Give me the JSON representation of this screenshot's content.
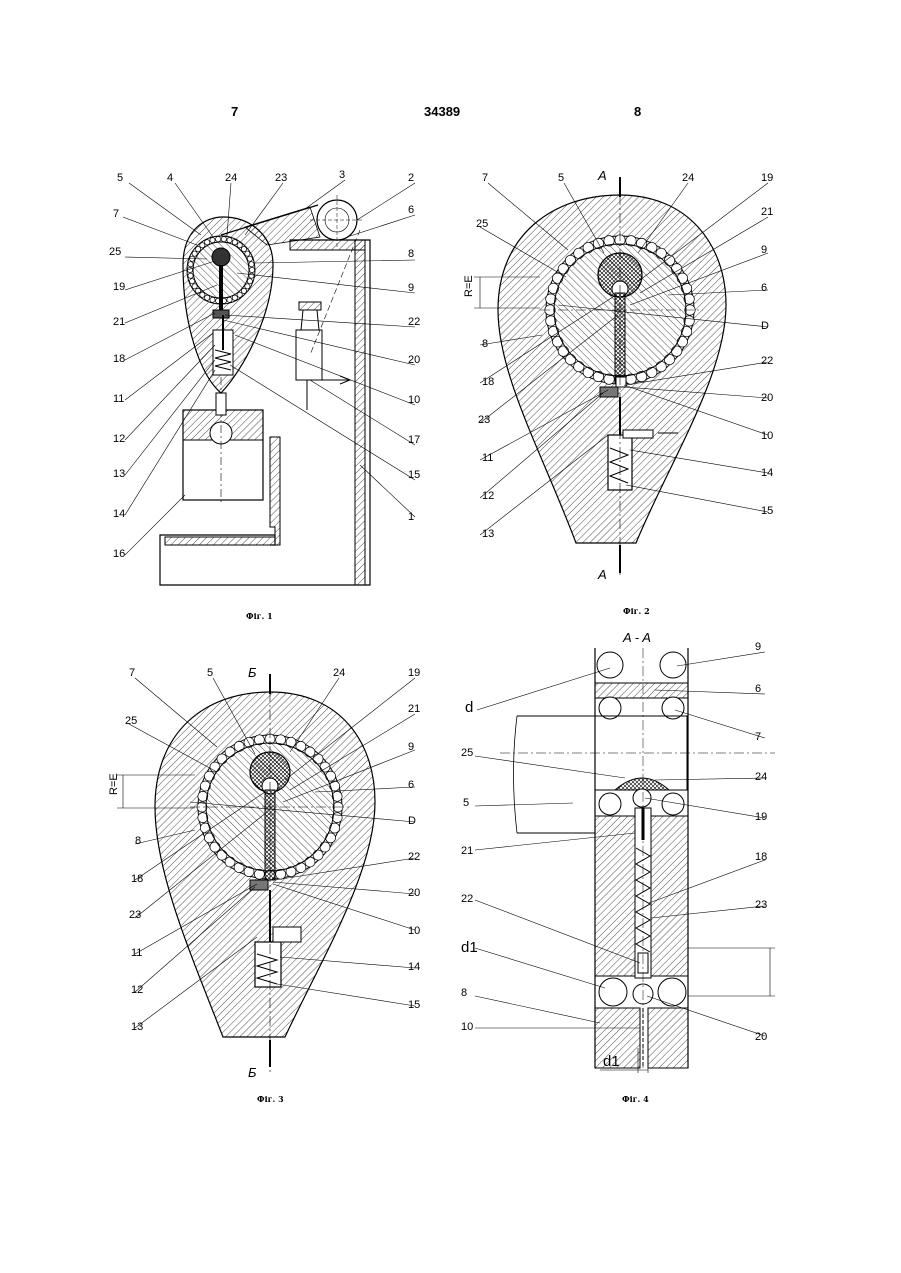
{
  "header": {
    "left_page": "7",
    "patent_number": "34389",
    "right_page": "8"
  },
  "figures": [
    {
      "caption": "Фіг. 1",
      "labels": [
        "5",
        "4",
        "24",
        "23",
        "3",
        "2",
        "7",
        "6",
        "25",
        "8",
        "19",
        "9",
        "21",
        "22",
        "18",
        "20",
        "11",
        "10",
        "12",
        "17",
        "13",
        "15",
        "14",
        "1",
        "16"
      ]
    },
    {
      "caption": "Фіг. 2",
      "section_marks": [
        "A",
        "A"
      ],
      "labels": [
        "7",
        "5",
        "24",
        "19",
        "25",
        "21",
        "9",
        "R=E",
        "6",
        "D",
        "8",
        "22",
        "18",
        "20",
        "23",
        "10",
        "11",
        "14",
        "12",
        "15",
        "13"
      ]
    },
    {
      "caption": "Фіг. 3",
      "section_marks": [
        "Б",
        "Б"
      ],
      "labels": [
        "7",
        "5",
        "24",
        "19",
        "25",
        "21",
        "9",
        "R=E",
        "6",
        "D",
        "8",
        "22",
        "18",
        "20",
        "23",
        "10",
        "11",
        "14",
        "12",
        "15",
        "13"
      ]
    },
    {
      "caption": "Фіг. 4",
      "section_title": "A - A",
      "labels": [
        "9",
        "6",
        "d",
        "7",
        "25",
        "24",
        "5",
        "19",
        "21",
        "18",
        "23",
        "22",
        "d1",
        "8",
        "10",
        "20",
        "d1"
      ]
    }
  ],
  "icons": {
    "hatch_pattern": "diagonal-hatch",
    "ball_elements": "circle"
  }
}
